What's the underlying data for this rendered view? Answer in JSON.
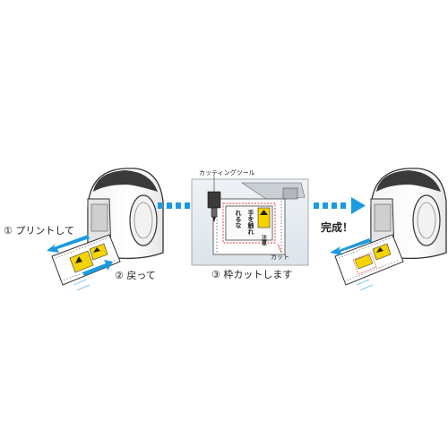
{
  "diagram": {
    "step1_label": "① プリントして",
    "step2_label": "② 戻って",
    "step3_label": "③ 枠カットします",
    "tool_label": "カッティングツール",
    "cut_label": "カット",
    "done_label": "完成！",
    "label_text_lines": [
      "注意",
      "手を触れ",
      "れるな"
    ]
  },
  "colors": {
    "arrow_blue": "#1a9ae0",
    "arrow_light": "#8cc8ee",
    "label_yellow": "#f5d300",
    "cut_line": "#e03030",
    "outline": "#333333"
  }
}
